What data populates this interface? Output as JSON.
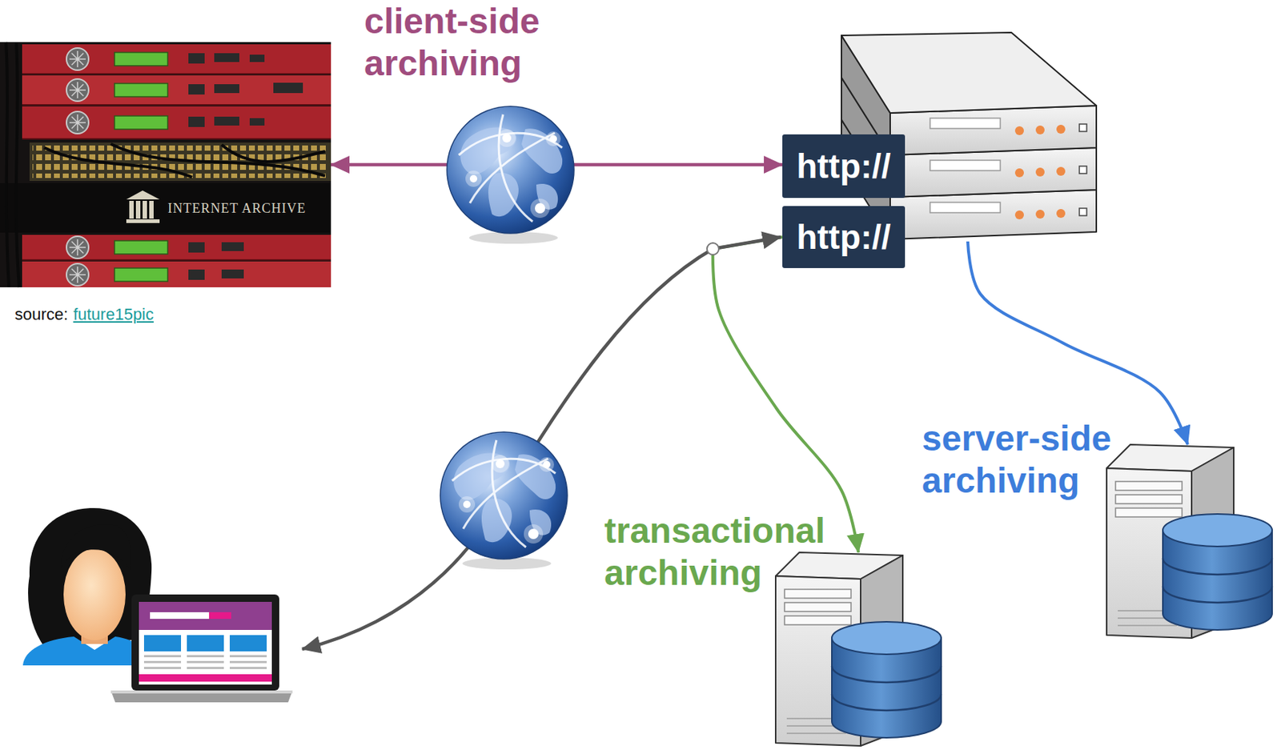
{
  "diagram": {
    "nodes": [
      {
        "text": [
          "INTERNET ARCHIVE"
        ]
      },
      {
        "text": [
          "http://",
          "http://"
        ]
      },
      {
        "text": [
          "transactional archiving"
        ]
      },
      {
        "text": [
          "server-side archiving"
        ]
      }
    ],
    "edges": [
      {
        "from": 0,
        "to": 1,
        "arrow": "both",
        "label": "client-side archiving"
      },
      {
        "from": 1,
        "to": 2,
        "arrow": "to"
      },
      {
        "from": 1,
        "to": 3,
        "arrow": "to"
      }
    ],
    "labels": [
      "source:",
      "future15pic"
    ]
  }
}
